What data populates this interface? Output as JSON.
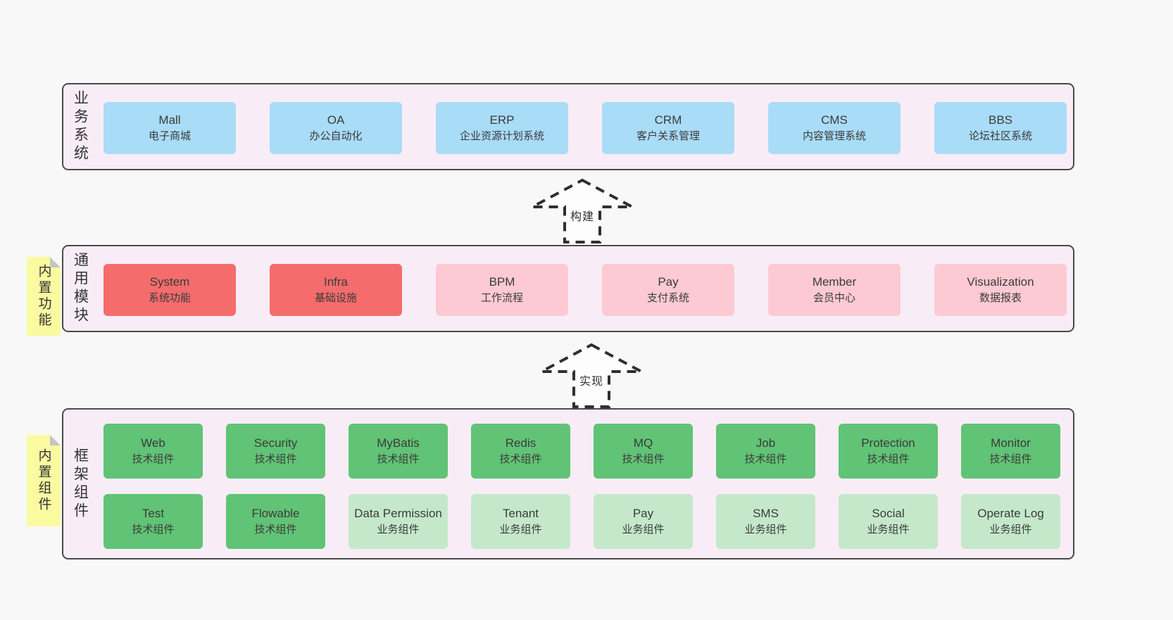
{
  "colors": {
    "page_bg": "#f8f8f8",
    "layer_bg": "#f8edf6",
    "layer_border": "#4a4a4a",
    "blue": "#a9dcf6",
    "red": "#f56c6c",
    "pink": "#fdcad3",
    "green_dark": "#61c375",
    "green_light": "#c5e8cb",
    "yellow_note": "#fafaa0",
    "text": "#3b3b3b"
  },
  "arrows": [
    {
      "label": "构建"
    },
    {
      "label": "实现"
    }
  ],
  "layers": [
    {
      "label": "业务系统",
      "boxes": [
        {
          "name": "Mall",
          "desc": "电子商城",
          "variant": "blue"
        },
        {
          "name": "OA",
          "desc": "办公自动化",
          "variant": "blue"
        },
        {
          "name": "ERP",
          "desc": "企业资源计划系统",
          "variant": "blue"
        },
        {
          "name": "CRM",
          "desc": "客户关系管理",
          "variant": "blue"
        },
        {
          "name": "CMS",
          "desc": "内容管理系统",
          "variant": "blue"
        },
        {
          "name": "BBS",
          "desc": "论坛社区系统",
          "variant": "blue"
        }
      ]
    },
    {
      "label": "通用模块",
      "note": "内置功能",
      "boxes": [
        {
          "name": "System",
          "desc": "系统功能",
          "variant": "red"
        },
        {
          "name": "Infra",
          "desc": "基础设施",
          "variant": "red"
        },
        {
          "name": "BPM",
          "desc": "工作流程",
          "variant": "pink"
        },
        {
          "name": "Pay",
          "desc": "支付系统",
          "variant": "pink"
        },
        {
          "name": "Member",
          "desc": "会员中心",
          "variant": "pink"
        },
        {
          "name": "Visualization",
          "desc": "数据报表",
          "variant": "pink"
        }
      ]
    },
    {
      "label": "框架组件",
      "note": "内置组件",
      "rows": [
        [
          {
            "name": "Web",
            "desc": "技术组件",
            "variant": "green"
          },
          {
            "name": "Security",
            "desc": "技术组件",
            "variant": "green"
          },
          {
            "name": "MyBatis",
            "desc": "技术组件",
            "variant": "green"
          },
          {
            "name": "Redis",
            "desc": "技术组件",
            "variant": "green"
          },
          {
            "name": "MQ",
            "desc": "技术组件",
            "variant": "green"
          },
          {
            "name": "Job",
            "desc": "技术组件",
            "variant": "green"
          },
          {
            "name": "Protection",
            "desc": "技术组件",
            "variant": "green"
          },
          {
            "name": "Monitor",
            "desc": "技术组件",
            "variant": "green"
          }
        ],
        [
          {
            "name": "Test",
            "desc": "技术组件",
            "variant": "green"
          },
          {
            "name": "Flowable",
            "desc": "技术组件",
            "variant": "green"
          },
          {
            "name": "Data Permission",
            "desc": "业务组件",
            "variant": "lgreen"
          },
          {
            "name": "Tenant",
            "desc": "业务组件",
            "variant": "lgreen"
          },
          {
            "name": "Pay",
            "desc": "业务组件",
            "variant": "lgreen"
          },
          {
            "name": "SMS",
            "desc": "业务组件",
            "variant": "lgreen"
          },
          {
            "name": "Social",
            "desc": "业务组件",
            "variant": "lgreen"
          },
          {
            "name": "Operate Log",
            "desc": "业务组件",
            "variant": "lgreen"
          }
        ]
      ]
    }
  ]
}
